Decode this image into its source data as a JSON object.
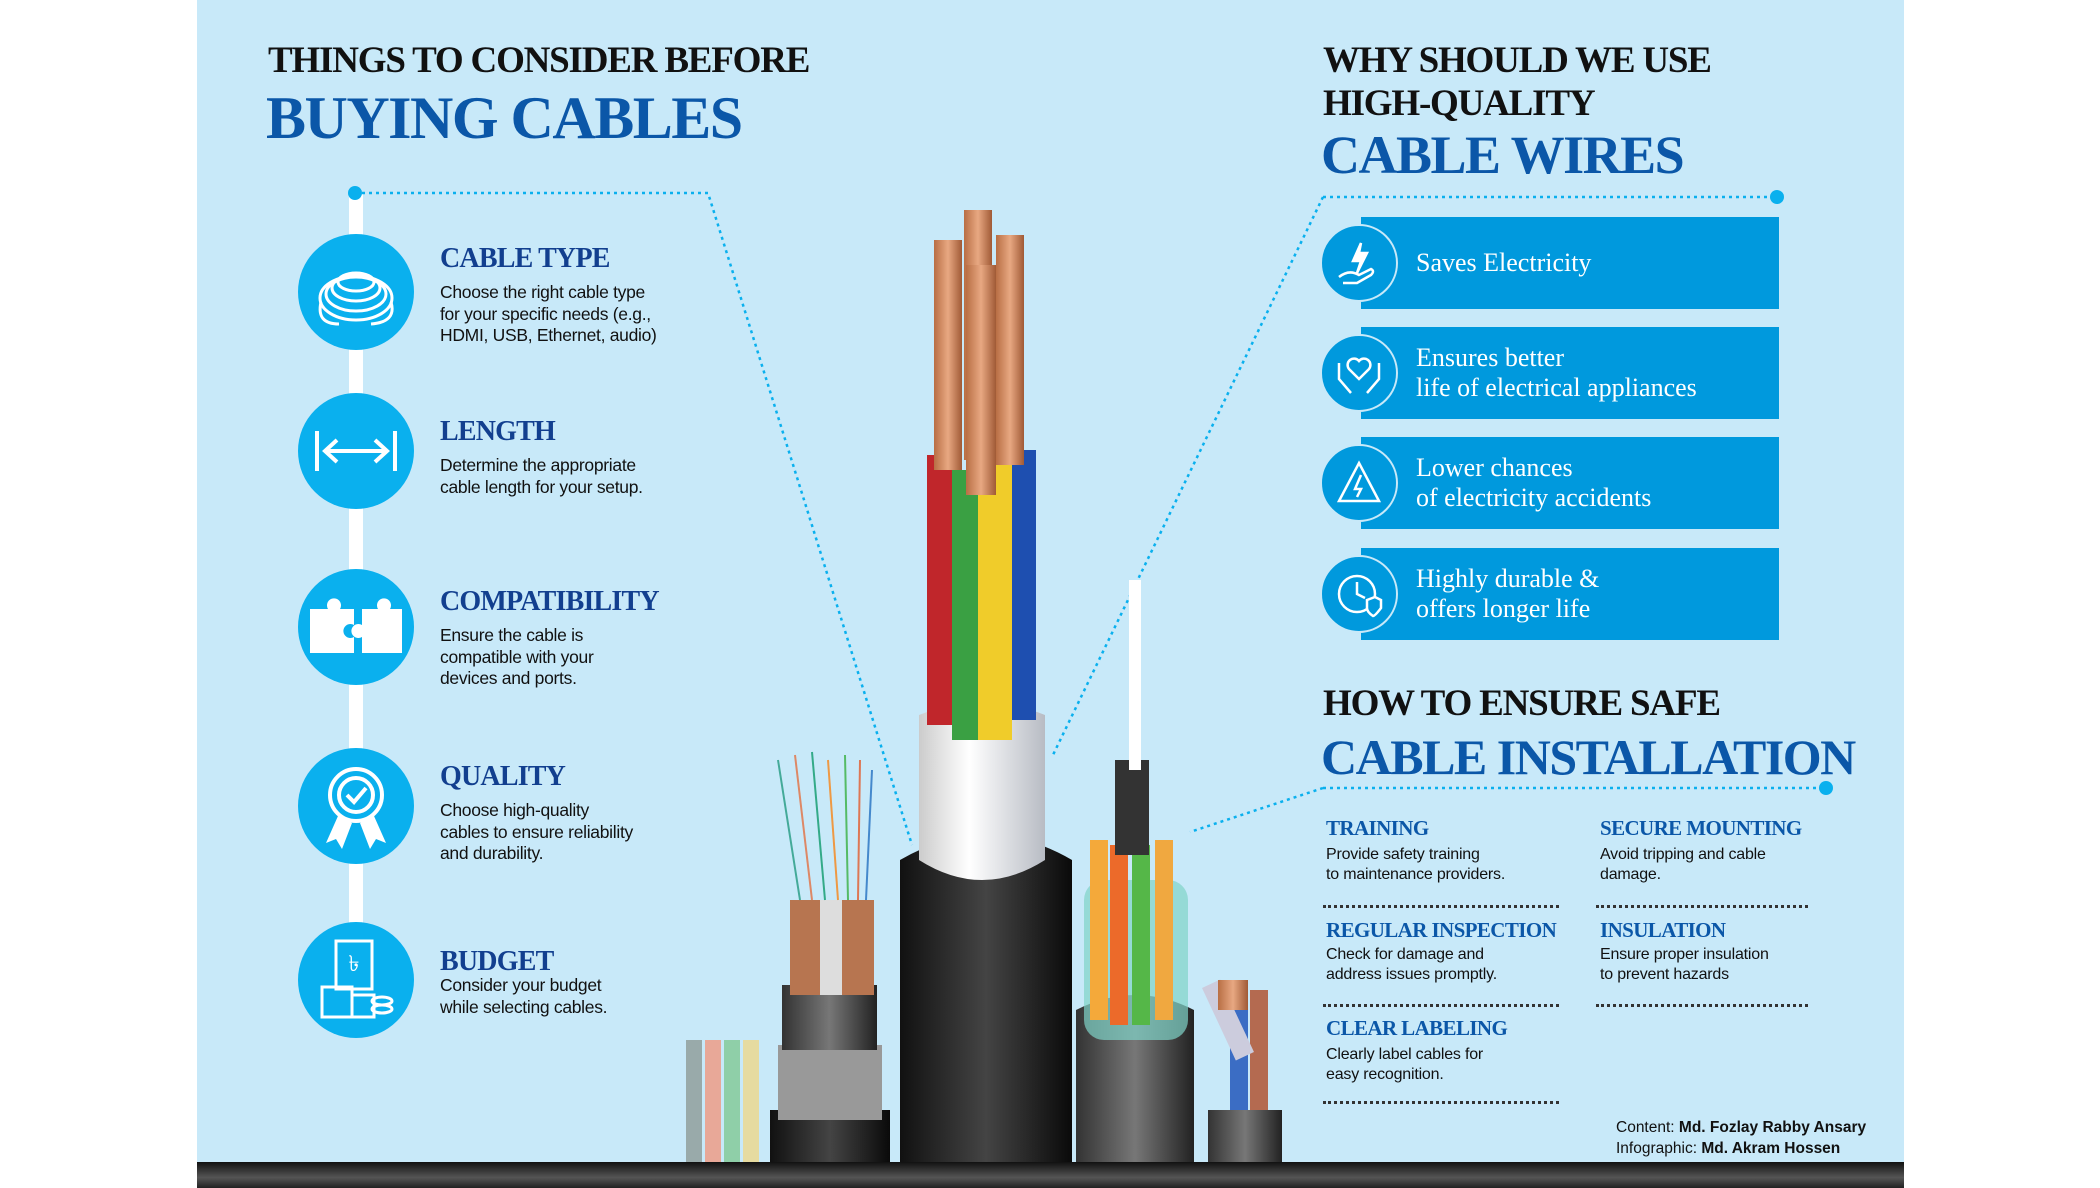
{
  "left": {
    "title_line1": "THINGS TO CONSIDER BEFORE",
    "title_line2": "BUYING CABLES",
    "items": [
      {
        "icon": "cable-coil-icon",
        "heading": "CABLE TYPE",
        "lines": [
          "Choose the right cable type",
          "for your specific needs (e.g.,",
          "HDMI, USB, Ethernet, audio)"
        ]
      },
      {
        "icon": "length-arrows-icon",
        "heading": "LENGTH",
        "lines": [
          "Determine the appropriate",
          "cable length for your setup."
        ]
      },
      {
        "icon": "puzzle-icon",
        "heading": "COMPATIBILITY",
        "lines": [
          "Ensure the cable is",
          "compatible with your",
          "devices and ports."
        ]
      },
      {
        "icon": "quality-badge-icon",
        "heading": "QUALITY",
        "lines": [
          "Choose high-quality",
          "cables to ensure reliability",
          "and durability."
        ]
      },
      {
        "icon": "budget-calculator-icon",
        "heading": "BUDGET",
        "lines": [
          "Consider your budget",
          "while selecting cables."
        ]
      }
    ]
  },
  "right": {
    "title_line1": "WHY SHOULD WE USE",
    "title_line2": "HIGH-QUALITY",
    "title_line3": "CABLE WIRES",
    "benefits": [
      {
        "icon": "hand-lightning-icon",
        "lines": [
          "Saves Electricity"
        ]
      },
      {
        "icon": "hands-heart-icon",
        "lines": [
          "Ensures better",
          "life of electrical appliances"
        ]
      },
      {
        "icon": "warning-lightning-icon",
        "lines": [
          "Lower chances",
          "of electricity accidents"
        ]
      },
      {
        "icon": "clock-shield-icon",
        "lines": [
          "Highly durable &",
          "offers longer life"
        ]
      }
    ],
    "install_title_line1": "HOW TO ENSURE SAFE",
    "install_title_line2": "CABLE INSTALLATION",
    "install": [
      {
        "heading": "TRAINING",
        "lines": [
          "Provide safety training",
          "to maintenance providers."
        ]
      },
      {
        "heading": "SECURE MOUNTING",
        "lines": [
          "Avoid tripping and cable",
          "damage."
        ]
      },
      {
        "heading": "REGULAR INSPECTION",
        "lines": [
          "Check for damage and",
          "address issues promptly."
        ]
      },
      {
        "heading": "INSULATION",
        "lines": [
          "Ensure proper insulation",
          "to prevent hazards"
        ]
      },
      {
        "heading": "CLEAR LABELING",
        "lines": [
          "Clearly label cables for",
          "easy recognition."
        ]
      }
    ]
  },
  "credits": {
    "content_label": "Content:",
    "content_name": "Md. Fozlay Rabby Ansary",
    "infographic_label": "Infographic:",
    "infographic_name": "Md. Akram Hossen"
  },
  "colors": {
    "background": "#c8e9f9",
    "accent": "#0ab0ee",
    "box": "#0099dd",
    "heading_blue": "#0b57a8"
  }
}
